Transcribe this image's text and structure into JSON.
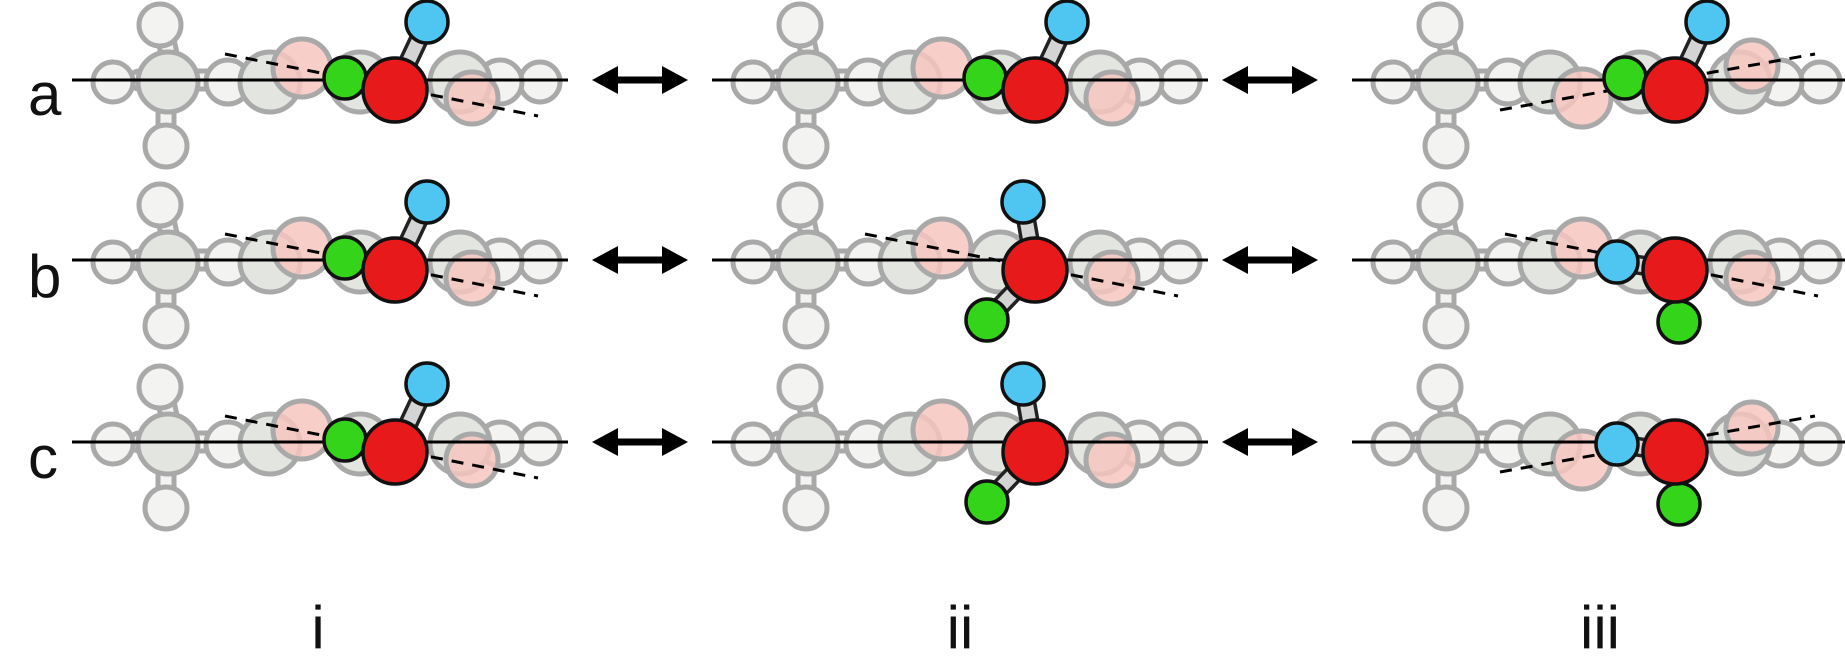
{
  "rows": [
    {
      "label": "a",
      "states": [
        {
          "tilt": "up",
          "cyan": "top",
          "green": "left"
        },
        {
          "tilt": "none",
          "cyan": "top",
          "green": "left"
        },
        {
          "tilt": "down",
          "cyan": "top",
          "green": "left"
        }
      ]
    },
    {
      "label": "b",
      "states": [
        {
          "tilt": "up",
          "cyan": "top",
          "green": "left"
        },
        {
          "tilt": "up",
          "cyan": "top-left",
          "green": "bottom-left"
        },
        {
          "tilt": "up",
          "cyan": "left",
          "green": "bottom"
        }
      ]
    },
    {
      "label": "c",
      "states": [
        {
          "tilt": "up",
          "cyan": "top",
          "green": "left"
        },
        {
          "tilt": "none",
          "cyan": "top-left",
          "green": "bottom-left"
        },
        {
          "tilt": "down",
          "cyan": "left",
          "green": "bottom"
        }
      ]
    }
  ],
  "columns": [
    "i",
    "ii",
    "iii"
  ],
  "colors": {
    "red": "#e8191b",
    "green": "#33d41a",
    "cyan": "#4fc6f2",
    "ghost_fill": "#f3f3f1",
    "ghost_big_fill": "#e3e5e0",
    "ghost_pink_fill": "#f7c6c0",
    "ghost_stroke": "#a9a9a9",
    "line": "#000000"
  }
}
